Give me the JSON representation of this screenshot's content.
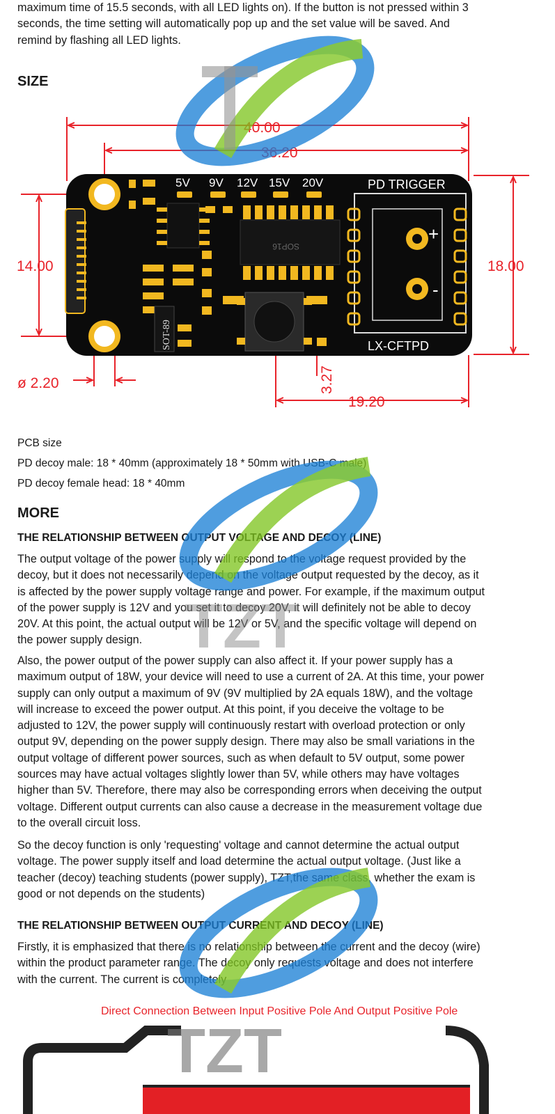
{
  "intro": {
    "lines": [
      "maximum time of 15.5 seconds, with all LED lights on). If the button is not pressed within 3",
      "seconds, the time setting will automatically pop up and the set value will be saved. And",
      "remind by flashing all LED lights."
    ]
  },
  "size_heading": "SIZE",
  "diagram": {
    "dims": {
      "overall_length": "40.00",
      "hole_spacing": "36.20",
      "height_left": "14.00",
      "height_right": "18.00",
      "hole_diameter": "ø 2.20",
      "button_offset": "3.27",
      "terminal_length": "19.20"
    },
    "board": {
      "leds": [
        "5V",
        "9V",
        "12V",
        "15V",
        "20V"
      ],
      "title": "PD TRIGGER",
      "model": "LX-CFTPD",
      "ic_label": "SOP16",
      "package_label": "SOT-89",
      "plus": "+",
      "minus": "-"
    },
    "colors": {
      "dimension": "#e8232a",
      "pcb": "#0b0b0b",
      "pad": "#f2b820"
    }
  },
  "pcb_info": {
    "lines": [
      "PCB size",
      "PD decoy male: 18 * 40mm (approximately 18 * 50mm with USB-C male)",
      "PD decoy female head: 18 * 40mm"
    ]
  },
  "more_heading": "MORE",
  "section1": {
    "heading": "THE RELATIONSHIP BETWEEN OUTPUT VOLTAGE AND DECOY (LINE)",
    "p1": [
      "The output voltage of the power supply will respond to the voltage request provided by the",
      "decoy, but it does not necessarily depend on the voltage output requested by the decoy, as it",
      "is affected by the power supply voltage range and power. For example, if the maximum output",
      "of the power supply is 12V and you set it to decoy 20V, it will definitely not be able to decoy",
      "20V. At this point, the actual output will be 12V or 5V, and the specific voltage will depend on",
      "the power supply design."
    ],
    "p2": [
      "Also, the power output of the power supply can also affect it. If your power supply has a",
      "maximum output of 18W, your device will need to use a current of 2A. At this time, your power",
      "supply can only output a maximum of 9V (9V multiplied by 2A equals 18W), and the voltage",
      "will increase to exceed the power output. At this point, if you deceive the voltage to be",
      "adjusted to 12V, the power supply will continuously restart with overload protection or only",
      "output 9V, depending on the power supply design. There may also be small variations in the",
      "output voltage of different power sources, such as when default to 5V output, some power",
      "sources may have actual voltages slightly lower than 5V, while others may have voltages",
      "higher than 5V. Therefore, there may also be corresponding errors when deceiving the output",
      "voltage. Different output currents can also cause a decrease in the measurement voltage due",
      "to the overall circuit loss."
    ],
    "p3": [
      "So the decoy function is only 'requesting' voltage and cannot determine the actual output",
      "voltage. The power supply itself and load determine the actual output voltage. (Just like a",
      "teacher (decoy) teaching students (power supply), TZT,the same class, whether the exam is",
      "good or not depends on the students)"
    ]
  },
  "section2": {
    "heading": "THE RELATIONSHIP BETWEEN OUTPUT CURRENT AND DECOY (LINE)",
    "p1": [
      "Firstly, it is emphasized that there is no relationship between the current and the decoy (wire)",
      "within the product parameter range. The decoy only requests voltage and does not interfere",
      "with the current. The current is completely"
    ]
  },
  "caption": "Direct Connection Between Input Positive Pole And Output Positive Pole",
  "watermark": {
    "brand": "TZT",
    "colors": {
      "blue": "#1a7fd6",
      "green": "#7ec41e",
      "gray": "#888888"
    }
  }
}
